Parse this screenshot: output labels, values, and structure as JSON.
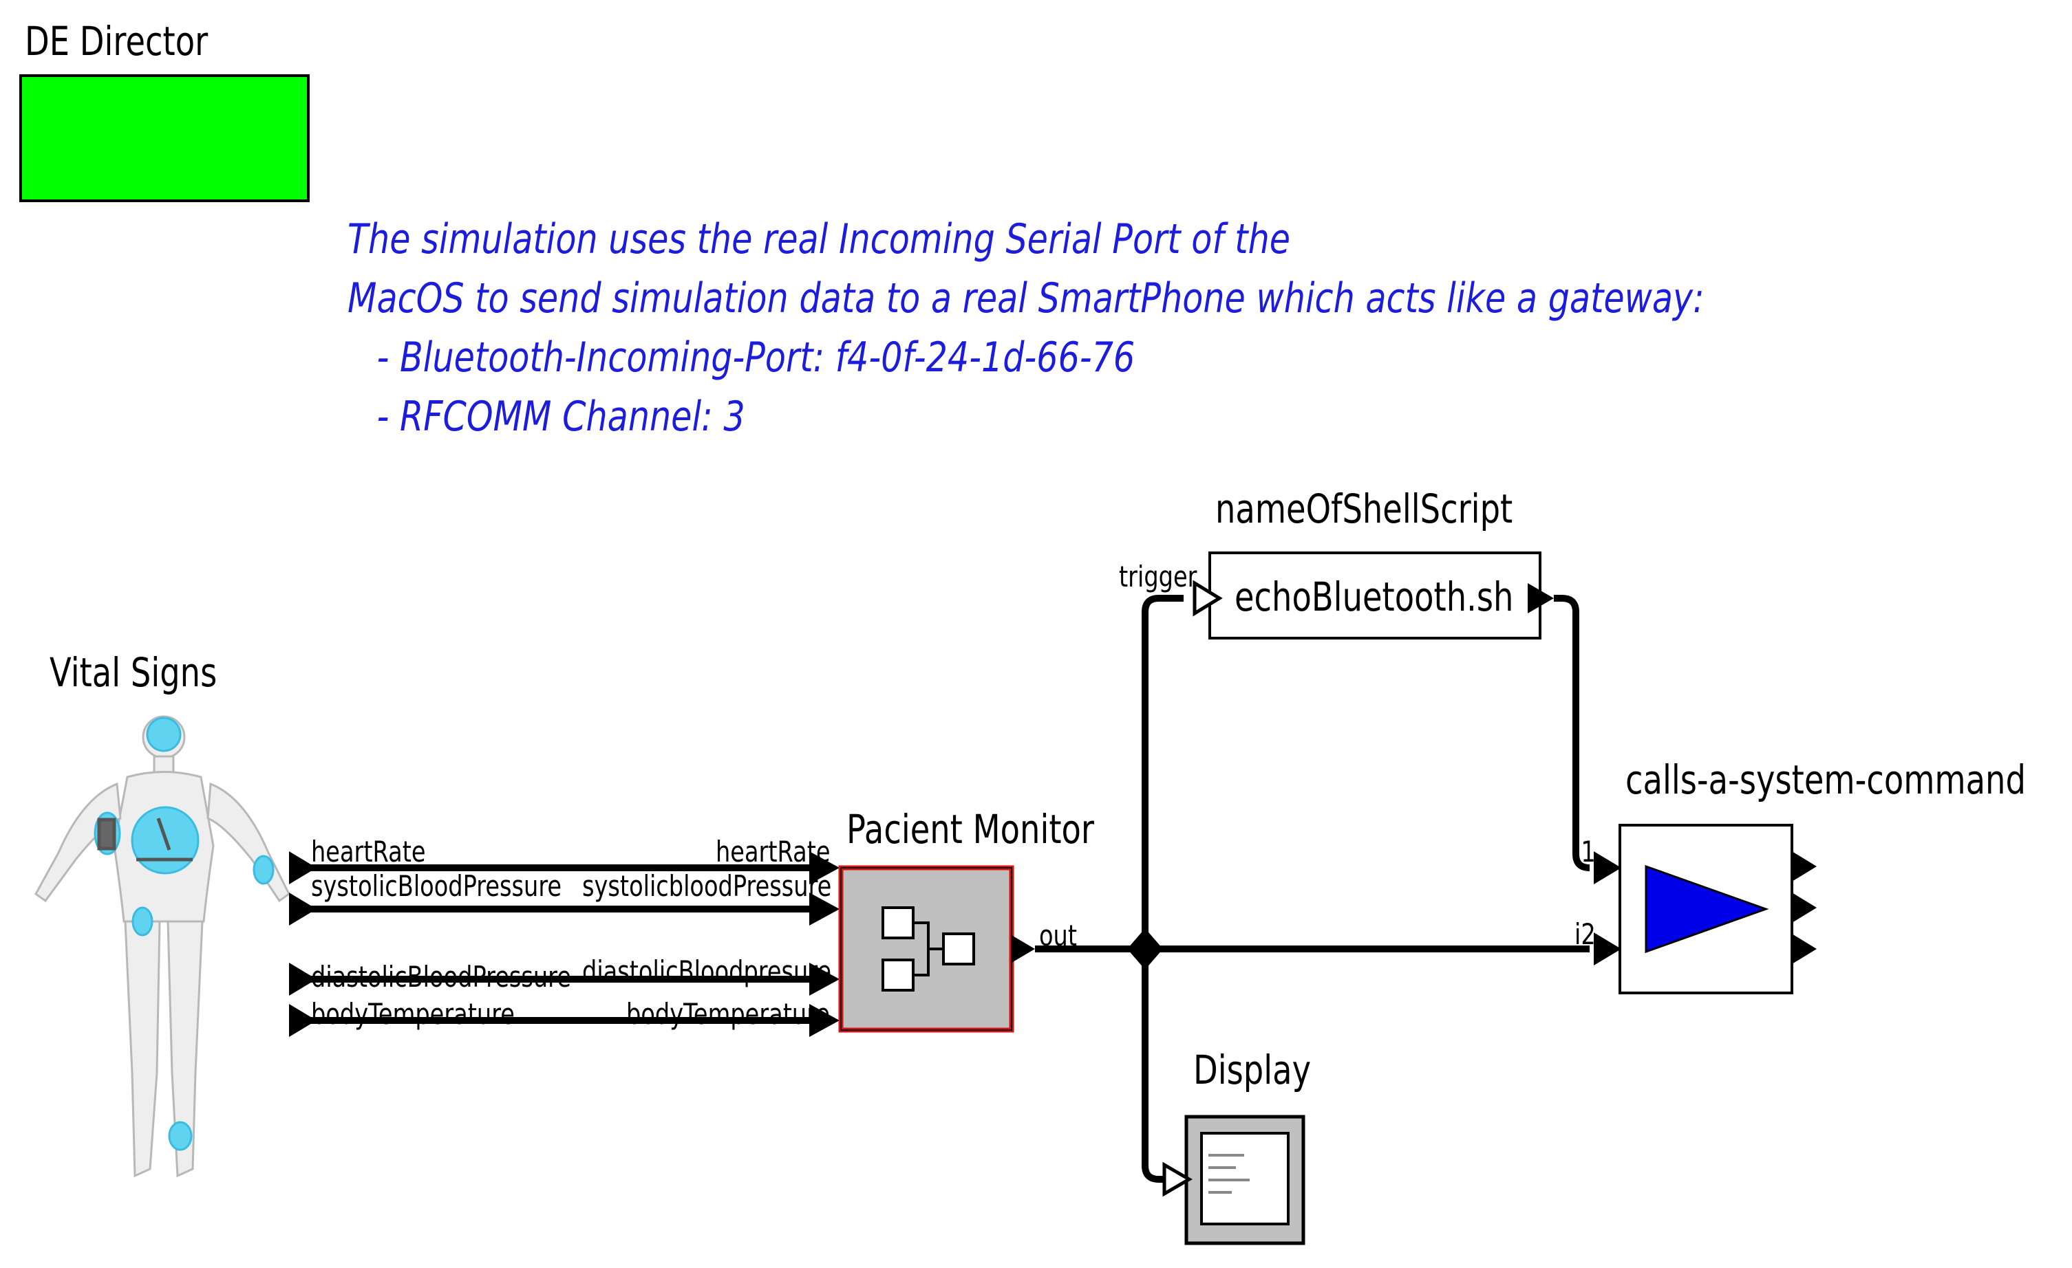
{
  "director": {
    "label": "DE Director",
    "color": "#00ff00"
  },
  "annotation": {
    "lines": [
      "The simulation uses the real Incoming Serial Port of the",
      "MacOS to send simulation data to a real SmartPhone which acts like a gateway:",
      "- Bluetooth-Incoming-Port: f4-0f-24-1d-66-76",
      "- RFCOMM Channel: 3"
    ],
    "color": "#1c1cdc"
  },
  "vital_signs": {
    "title": "Vital Signs",
    "ports": [
      "heartRate",
      "systolicBloodPressure",
      "diastolicBloodPressure",
      "bodyTemperature"
    ]
  },
  "monitor": {
    "title": "Pacient Monitor",
    "in_ports": [
      "heartRate",
      "systolicbloodPressure",
      "diastolicBloodpresure",
      "bodyTemperature"
    ],
    "out_port": "out"
  },
  "shell_script": {
    "title": "nameOfShellScript",
    "label": "echoBluetooth.sh",
    "in_port": "trigger"
  },
  "system_command": {
    "title": "calls-a-system-command",
    "in_ports": [
      "i1",
      "i2"
    ]
  },
  "display": {
    "title": "Display"
  }
}
